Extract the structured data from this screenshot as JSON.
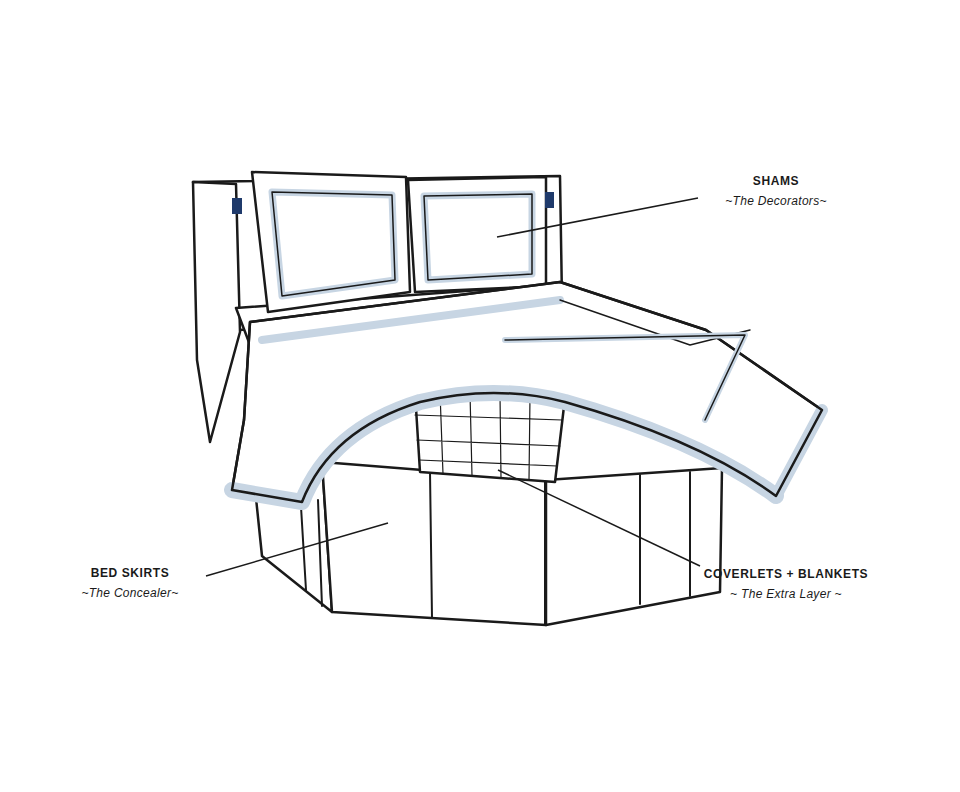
{
  "diagram": {
    "labels": [
      "SHAMS",
      "~The Decorators~",
      "BED SKIRTS",
      "~The Concealer~",
      "COVERLETS + BLANKETS",
      "~ The Extra Layer ~"
    ]
  }
}
